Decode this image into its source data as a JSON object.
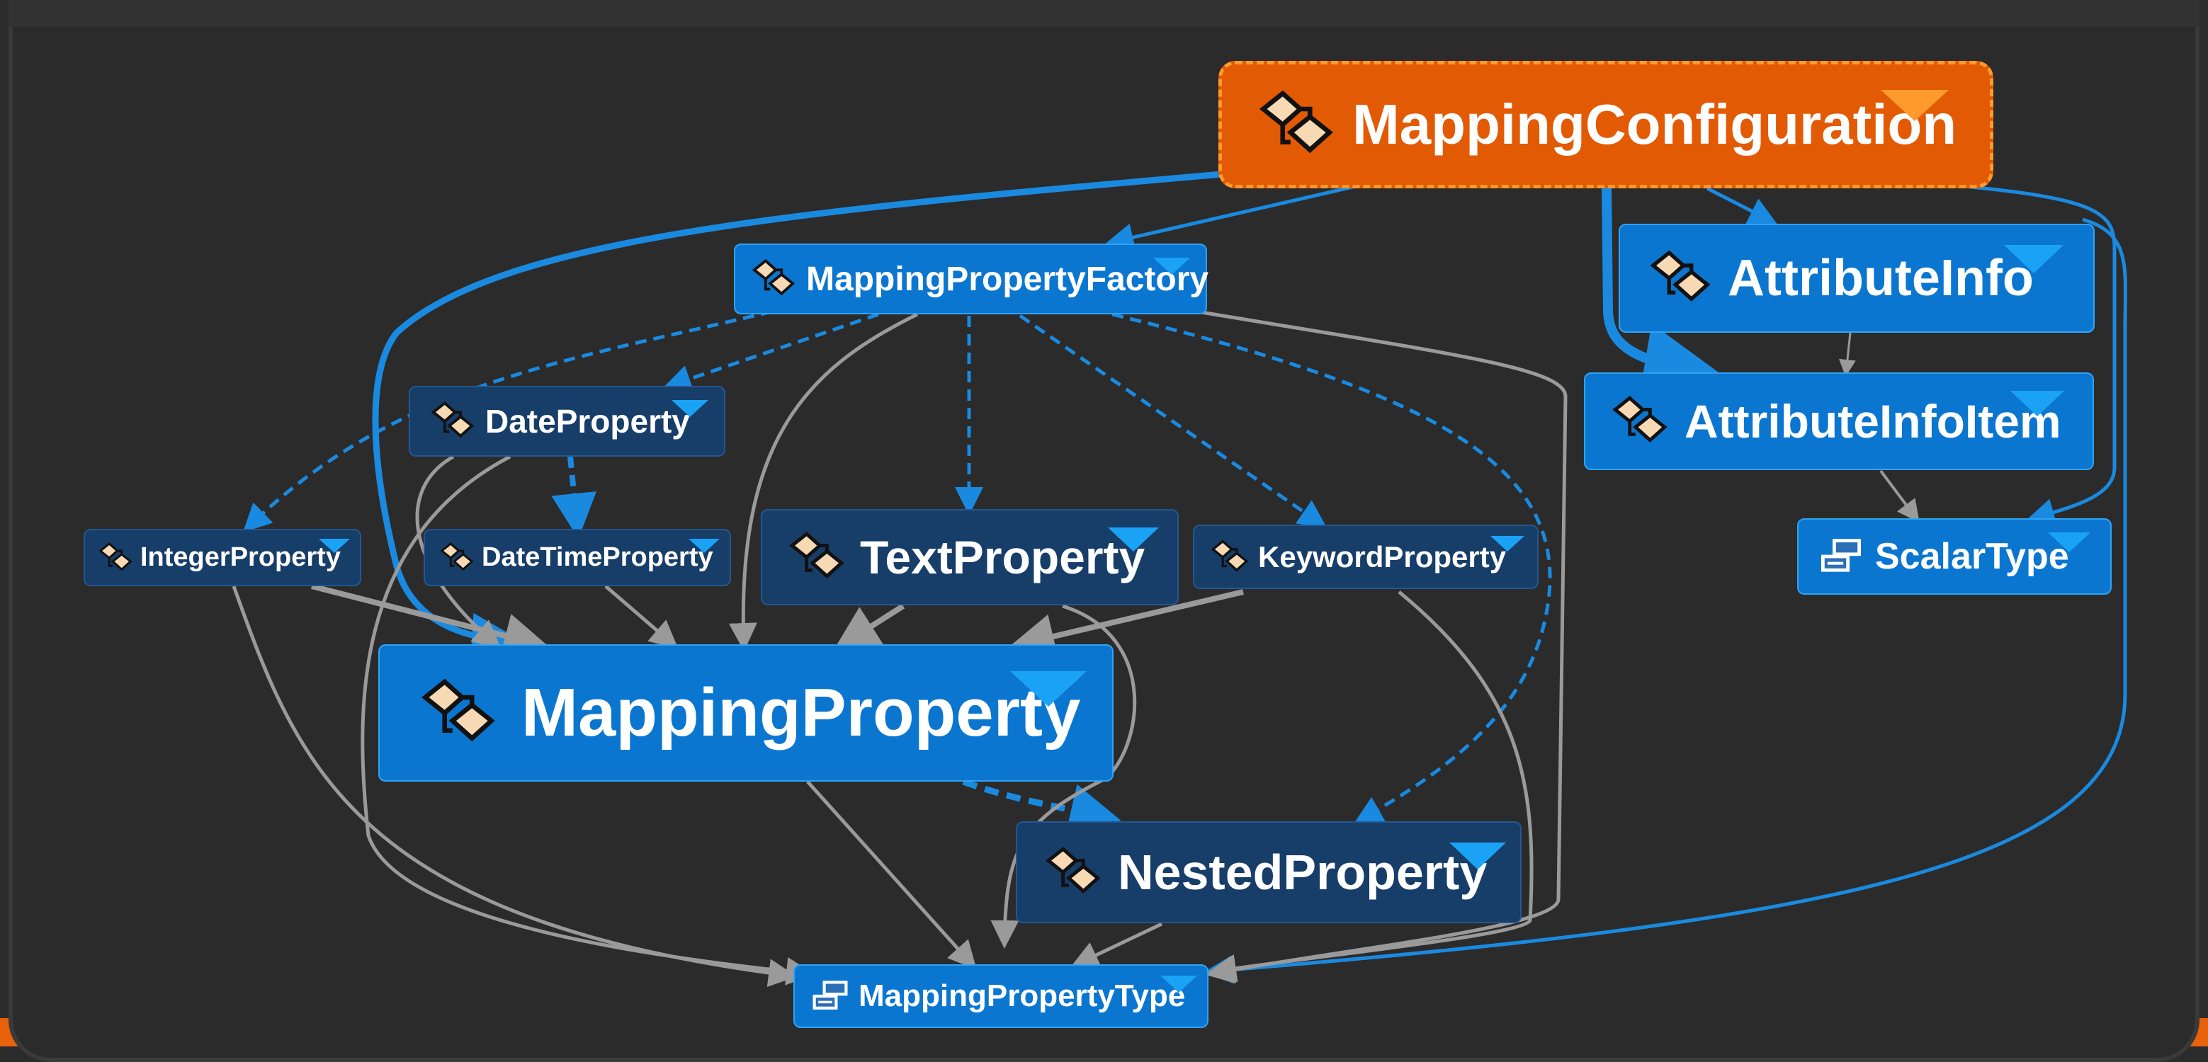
{
  "diagram": {
    "nodes": [
      {
        "id": "mapping-configuration",
        "label": "MappingConfiguration",
        "kind": "class",
        "highlight": "orange"
      },
      {
        "id": "mapping-property-factory",
        "label": "MappingPropertyFactory",
        "kind": "class"
      },
      {
        "id": "attribute-info",
        "label": "AttributeInfo",
        "kind": "class"
      },
      {
        "id": "attribute-info-item",
        "label": "AttributeInfoItem",
        "kind": "class"
      },
      {
        "id": "scalar-type",
        "label": "ScalarType",
        "kind": "enum"
      },
      {
        "id": "date-property",
        "label": "DateProperty",
        "kind": "class"
      },
      {
        "id": "integer-property",
        "label": "IntegerProperty",
        "kind": "class"
      },
      {
        "id": "date-time-property",
        "label": "DateTimeProperty",
        "kind": "class"
      },
      {
        "id": "text-property",
        "label": "TextProperty",
        "kind": "class"
      },
      {
        "id": "keyword-property",
        "label": "KeywordProperty",
        "kind": "class"
      },
      {
        "id": "mapping-property",
        "label": "MappingProperty",
        "kind": "class"
      },
      {
        "id": "nested-property",
        "label": "NestedProperty",
        "kind": "class"
      },
      {
        "id": "mapping-property-type",
        "label": "MappingPropertyType",
        "kind": "enum"
      }
    ],
    "colors": {
      "root_fill": "#e35a05",
      "root_border": "#ff9a2e",
      "bright_fill": "#0b76d0",
      "dark_fill": "#173d69",
      "blue_edge": "#1a8ae0",
      "gray_edge": "#9a9a9a",
      "background": "#2b2b2b",
      "chevron": "#1aa3f5",
      "chevron_root": "#ff9a2e"
    }
  }
}
